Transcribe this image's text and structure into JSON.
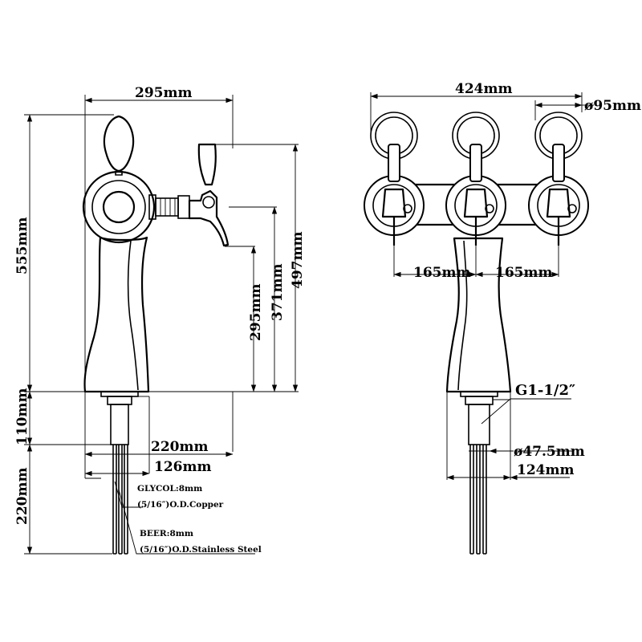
{
  "dimensions": {
    "side_width": "295mm",
    "side_height": "555mm",
    "spout_height": "497mm",
    "height_371": "371mm",
    "height_295": "295mm",
    "base_height": "110mm",
    "base_220": "220mm",
    "base_126": "126mm",
    "tube_length": "220mm",
    "front_width": "424mm",
    "handle_diameter": "ø95mm",
    "spacing_left": "165mm",
    "spacing_right": "165mm",
    "thread": "G1-1/2″",
    "shank_diameter": "ø47.5mm",
    "front_base": "124mm"
  },
  "notes": {
    "glycol_line1": "GLYCOL:8mm",
    "glycol_line2": "(5/16″)O.D.Copper",
    "beer_line1": "BEER:8mm",
    "beer_line2": "(5/16″)O.D.Stainless Steel"
  }
}
